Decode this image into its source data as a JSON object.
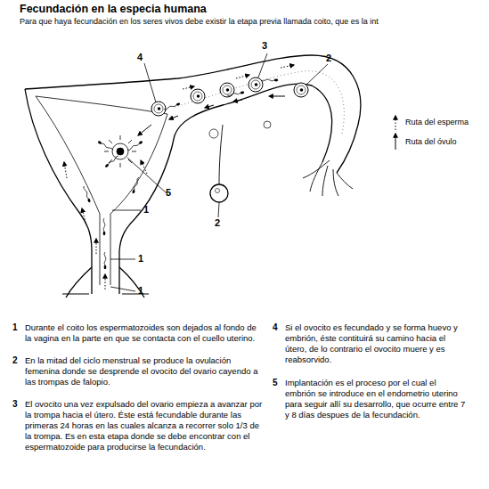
{
  "diagram": {
    "title": "Fecundación en la especia humana",
    "labels": [
      "Para que haya fecundación en los seres vivos debe existir la etapa previa llamada coito, que es la int",
      "3",
      "4",
      "2",
      "5",
      "1",
      "2",
      "1",
      "1",
      "1",
      "Durante el coito los espermatozoides son dejados al fondo de la vagina en la parte en que se contacta con el cuello uterino.",
      "2",
      "En la mitad del ciclo menstrual se produce la ovulación femenina donde se desprende el ovocito del ovario cayendo a las trompas de falopio.",
      "3",
      "El ovocito una vez expulsado del ovario empieza a avanzar por la trompa hacia el útero. Éste está fecundable durante las primeras 24 horas en las cuales alcanza a recorrer solo 1/3 de la trompa. Es en esta etapa donde se debe encontrar con el espermatozoide para producirse la fecundación.",
      "4",
      "Si el ovocito es fecundado y se forma huevo y embrión, éste contituirá su camino hacia el útero, de lo contrario el ovocito muere y es reabsorvido.",
      "5",
      "Implantación es el proceso por el cual el embrión se introduce en el endometrio uterino para seguir allí su desarrollo, que ocurre entre 7 y 8 días despues de la fecundación."
    ],
    "legend": [
      {
        "text": "Ruta del esperma"
      },
      {
        "text": "Ruta del óvulo"
      }
    ]
  }
}
